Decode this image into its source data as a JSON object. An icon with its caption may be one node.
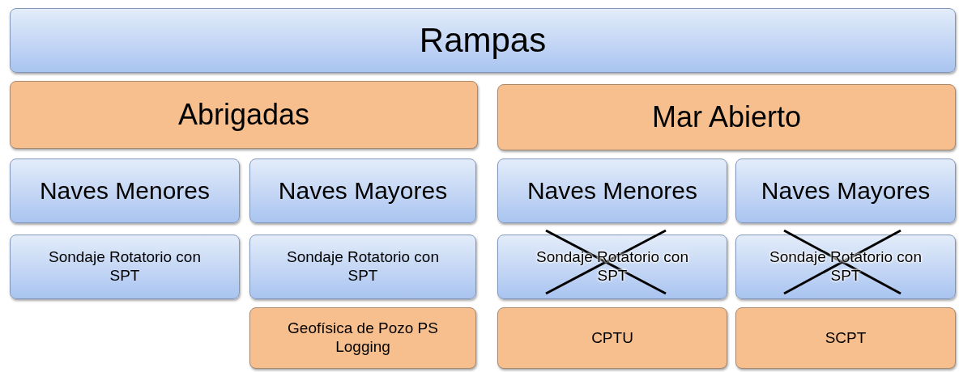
{
  "diagram": {
    "nodes": [
      {
        "text": [
          "Rampas"
        ]
      },
      {
        "text": [
          "Abrigadas"
        ]
      },
      {
        "text": [
          "Mar Abierto"
        ]
      },
      {
        "text": [
          "Naves Menores"
        ]
      },
      {
        "text": [
          "Naves Mayores"
        ]
      },
      {
        "text": [
          "Naves Menores"
        ]
      },
      {
        "text": [
          "Naves Mayores"
        ]
      },
      {
        "text": [
          "Sondaje Rotatorio con SPT"
        ]
      },
      {
        "text": [
          "Sondaje Rotatorio con SPT"
        ]
      },
      {
        "text": [
          "Sondaje Rotatorio con SPT"
        ]
      },
      {
        "text": [
          "Sondaje Rotatorio con SPT"
        ]
      },
      {
        "text": [
          "Geofísica de Pozo PS Logging"
        ]
      },
      {
        "text": [
          "CPTU"
        ]
      },
      {
        "text": [
          "SCPT"
        ]
      }
    ]
  }
}
